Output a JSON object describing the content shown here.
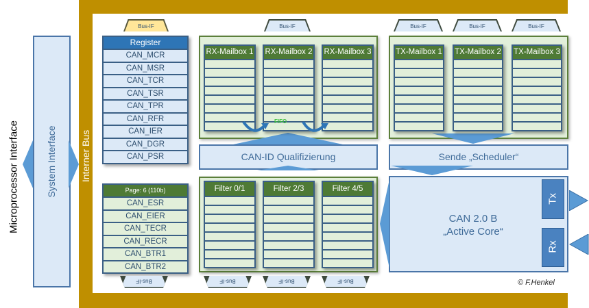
{
  "left": {
    "microprocessor_interface": "Microprocessor Interface",
    "system_interface": "System Interface",
    "internal_bus": "Interner Bus"
  },
  "bus_if": "Bus-IF",
  "register_table": {
    "header": "Register",
    "rows": [
      "CAN_MCR",
      "CAN_MSR",
      "CAN_TCR",
      "CAN_TSR",
      "CAN_TPR",
      "CAN_RFR",
      "CAN_IER",
      "CAN_DGR",
      "CAN_PSR"
    ]
  },
  "page_table": {
    "header": "Page: 6 (110b)",
    "rows": [
      "CAN_ESR",
      "CAN_EIER",
      "CAN_TECR",
      "CAN_RECR",
      "CAN_BTR1",
      "CAN_BTR2"
    ]
  },
  "rx_mailboxes": [
    "RX-Mailbox 1",
    "RX-Mailbox 2",
    "RX-Mailbox 3"
  ],
  "fifo_label": "FIFO",
  "tx_mailboxes": [
    "TX-Mailbox 1",
    "TX-Mailbox 2",
    "TX-Mailbox 3"
  ],
  "filters": [
    "Filter 0/1",
    "Filter 2/3",
    "Filter 4/5"
  ],
  "can_id": "CAN-ID Qualifizierung",
  "scheduler": "Sende „Scheduler“",
  "core": {
    "line1": "CAN 2.0 B",
    "line2": "„Active Core“",
    "tx": "Tx",
    "rx": "Rx"
  },
  "copyright": "© F.Henkel",
  "colors": {
    "gold": "#BF8F00",
    "blue_header": "#2E75B6",
    "green_header": "#4E7A35",
    "light_blue": "#DCE9F7",
    "light_green": "#E2EFDA"
  }
}
